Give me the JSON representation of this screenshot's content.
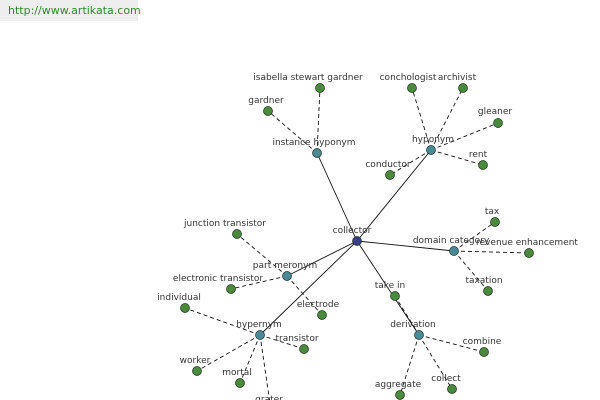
{
  "header": {
    "url": "http://www.artikata.com"
  },
  "colors": {
    "center_node": "#3b3f88",
    "hub_node": "#4a8a96",
    "leaf_node": "#4a8a3c",
    "edge": "#111111"
  },
  "graph": {
    "center": "collector",
    "relations": [
      {
        "id": "instance-hyponym",
        "label": "instance hyponym",
        "leaves": [
          {
            "id": "isabella",
            "label": "isabella stewart gardner"
          },
          {
            "id": "gardner",
            "label": "gardner"
          }
        ]
      },
      {
        "id": "hyponym",
        "label": "hyponym",
        "leaves": [
          {
            "id": "conchologist",
            "label": "conchologist"
          },
          {
            "id": "archivist",
            "label": "archivist"
          },
          {
            "id": "gleaner",
            "label": "gleaner"
          },
          {
            "id": "rent",
            "label": "rent"
          },
          {
            "id": "conductor",
            "label": "conductor"
          }
        ]
      },
      {
        "id": "domain-category",
        "label": "domain category",
        "leaves": [
          {
            "id": "tax",
            "label": "tax"
          },
          {
            "id": "revenue-enhancement",
            "label": "revenue enhancement"
          },
          {
            "id": "taxation",
            "label": "taxation"
          }
        ]
      },
      {
        "id": "part-meronym",
        "label": "part meronym",
        "leaves": [
          {
            "id": "junction-transistor",
            "label": "junction transistor"
          },
          {
            "id": "electronic-transistor",
            "label": "electronic transistor"
          },
          {
            "id": "electrode",
            "label": "electrode"
          }
        ]
      },
      {
        "id": "hypernym",
        "label": "hypernym",
        "leaves": [
          {
            "id": "individual",
            "label": "individual"
          },
          {
            "id": "worker",
            "label": "worker"
          },
          {
            "id": "mortal",
            "label": "mortal"
          },
          {
            "id": "grater",
            "label": "grater"
          },
          {
            "id": "transistor",
            "label": "transistor"
          }
        ]
      },
      {
        "id": "derivation",
        "label": "derivation",
        "leaves": [
          {
            "id": "take-in",
            "label": "take in"
          },
          {
            "id": "combine",
            "label": "combine"
          },
          {
            "id": "collect",
            "label": "collect"
          },
          {
            "id": "aggregate",
            "label": "aggregate"
          }
        ]
      }
    ]
  }
}
